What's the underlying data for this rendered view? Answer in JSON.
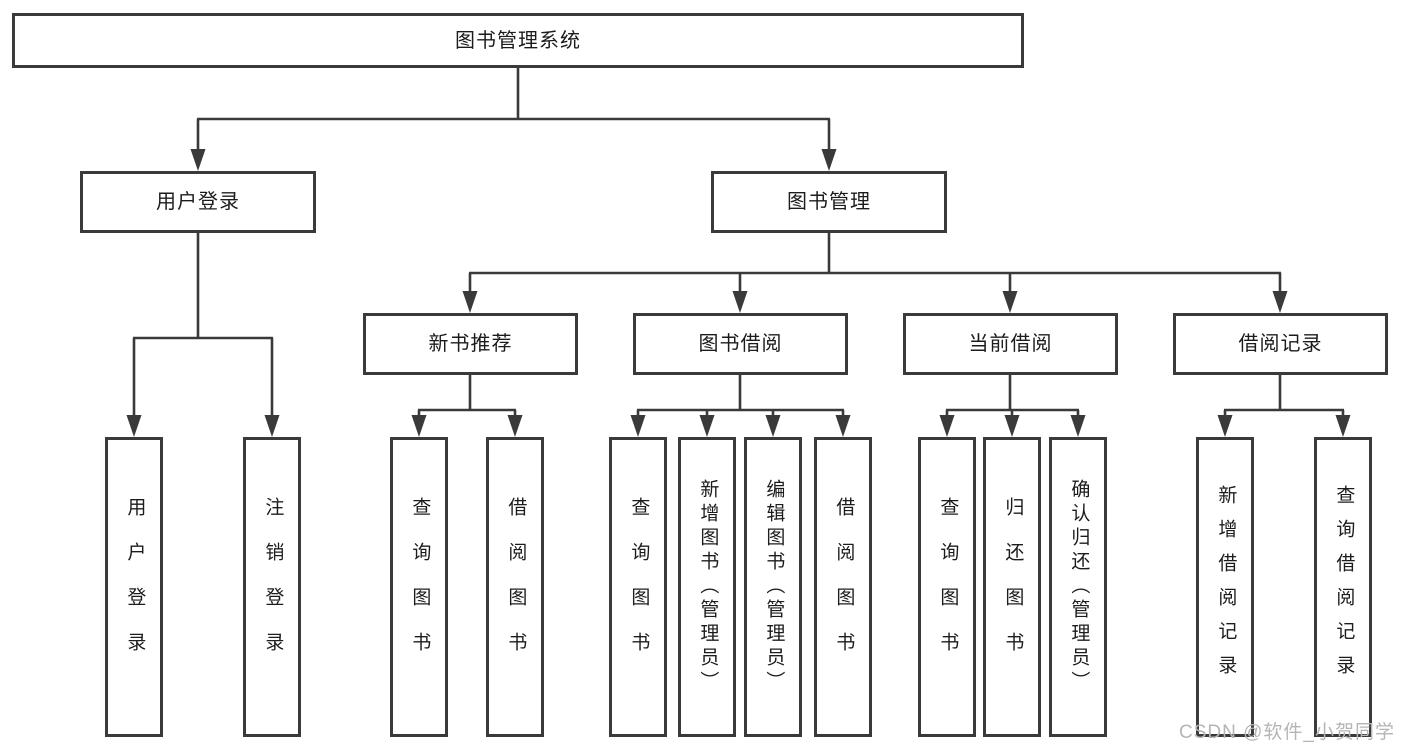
{
  "diagram": {
    "root": {
      "label": "图书管理系统"
    },
    "branches": [
      {
        "label": "用户登录",
        "children": [
          {
            "label": "用户登录"
          },
          {
            "label": "注销登录"
          }
        ]
      },
      {
        "label": "图书管理",
        "children": [
          {
            "label": "新书推荐",
            "children": [
              {
                "label": "查询图书"
              },
              {
                "label": "借阅图书"
              }
            ]
          },
          {
            "label": "图书借阅",
            "children": [
              {
                "label": "查询图书"
              },
              {
                "label": "新增图书（管理员）"
              },
              {
                "label": "编辑图书（管理员）"
              },
              {
                "label": "借阅图书"
              }
            ]
          },
          {
            "label": "当前借阅",
            "children": [
              {
                "label": "查询图书"
              },
              {
                "label": "归还图书"
              },
              {
                "label": "确认归还（管理员）"
              }
            ]
          },
          {
            "label": "借阅记录",
            "children": [
              {
                "label": "新增借阅记录"
              },
              {
                "label": "查询借阅记录"
              }
            ]
          }
        ]
      }
    ]
  },
  "watermark": {
    "text": "CSDN @软件_小贺同学"
  },
  "colors": {
    "line": "#3a3a3a",
    "border": "#3a3a3a",
    "text": "#1c1c1c",
    "background": "#ffffff",
    "watermark": "#b5b5b5"
  }
}
